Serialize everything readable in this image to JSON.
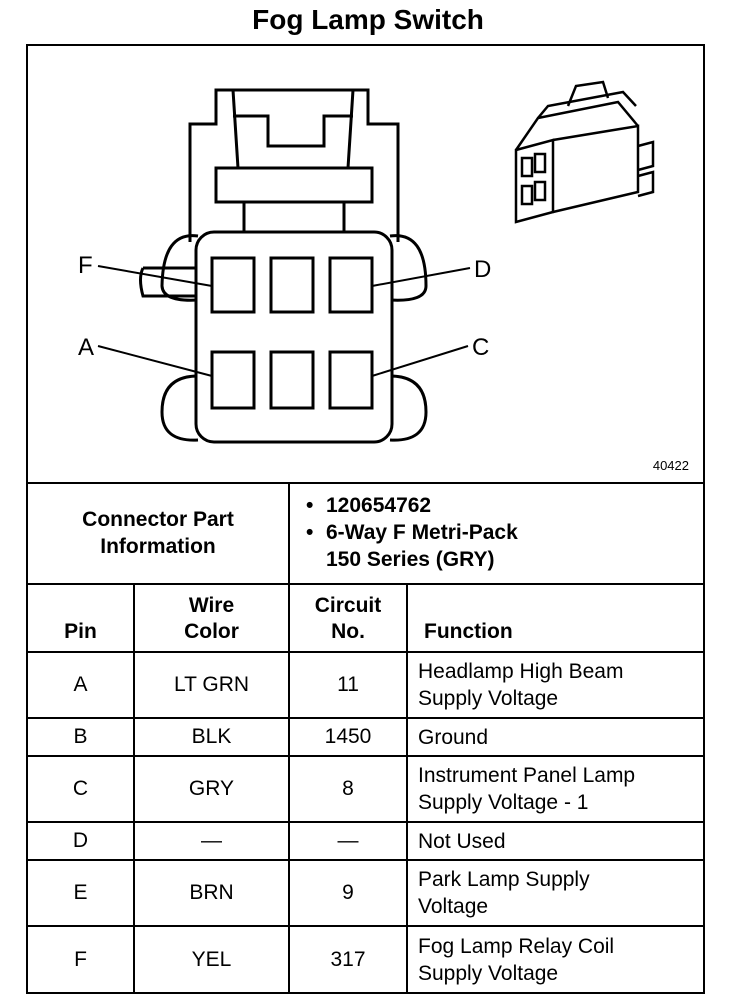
{
  "title": "Fog Lamp Switch",
  "diagram": {
    "pin_labels": {
      "f": "F",
      "d": "D",
      "a": "A",
      "c": "C"
    },
    "figure_code": "40422"
  },
  "connector": {
    "label_line1": "Connector Part",
    "label_line2": "Information",
    "bullet": "•",
    "part_number": "120654762",
    "description_line1": "6-Way F Metri-Pack",
    "description_line2": "150 Series (GRY)"
  },
  "table": {
    "headers": {
      "pin": "Pin",
      "wire_line1": "Wire",
      "wire_line2": "Color",
      "circuit_line1": "Circuit",
      "circuit_line2": "No.",
      "function": "Function"
    },
    "rows": [
      {
        "pin": "A",
        "wire": "LT GRN",
        "circuit": "11",
        "function_line1": "Headlamp High Beam",
        "function_line2": "Supply Voltage"
      },
      {
        "pin": "B",
        "wire": "BLK",
        "circuit": "1450",
        "function_line1": "Ground",
        "function_line2": ""
      },
      {
        "pin": "C",
        "wire": "GRY",
        "circuit": "8",
        "function_line1": "Instrument Panel Lamp",
        "function_line2": "Supply Voltage - 1"
      },
      {
        "pin": "D",
        "wire": "—",
        "circuit": "—",
        "function_line1": "Not Used",
        "function_line2": ""
      },
      {
        "pin": "E",
        "wire": "BRN",
        "circuit": "9",
        "function_line1": "Park Lamp Supply",
        "function_line2": "Voltage"
      },
      {
        "pin": "F",
        "wire": "YEL",
        "circuit": "317",
        "function_line1": "Fog Lamp Relay Coil",
        "function_line2": "Supply Voltage"
      }
    ]
  }
}
